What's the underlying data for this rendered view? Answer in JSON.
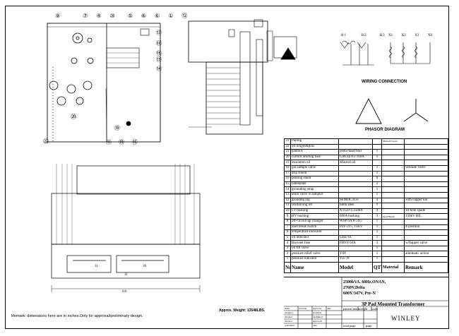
{
  "labels": {
    "wiring_connection": "WIRING CONNECTION",
    "phasor_diagram": "PHASOR DIAGRAM",
    "remark": "Remark: dimensions here are in inches.Only for approval/preliminary design.",
    "approx_weight": "Approx. Weight: 13548LBS.",
    "dim_110": "110",
    "bottom_dims": [
      "31",
      "30",
      "11"
    ]
  },
  "wiring": {
    "hv_terminals": [
      "H1",
      "H2",
      "H3"
    ],
    "lv_terminals": [
      "X1",
      "X2",
      "X3",
      "X0"
    ]
  },
  "callouts": {
    "top_row": [
      "⑨",
      "⑦",
      "④",
      "⑩",
      "⑤",
      "⑥",
      "⑥",
      "①",
      "⑫",
      "⑬"
    ],
    "right_col": [
      "⑰",
      "⑮",
      "⑰",
      "⑭"
    ],
    "left": "⑳",
    "mid_left": "⑱",
    "bottom_row": [
      "⑪",
      "⑲",
      "⑯"
    ],
    "bottom_left": "㉒"
  },
  "bom": {
    "rows": [
      {
        "no": "23",
        "name": "Paiting",
        "model": "",
        "qty": "",
        "material": "Munsell Green",
        "remark": ""
      },
      {
        "no": "22",
        "name": "SS hinges&pins",
        "model": "",
        "qty": "",
        "material": "",
        "remark": ""
      },
      {
        "no": "21",
        "name": "padlock",
        "model": "penta-head bolt",
        "qty": "1",
        "material": "",
        "remark": ""
      },
      {
        "no": "20",
        "name": "current limiting fuse",
        "model": "GM-ZENT-160A",
        "qty": "3",
        "material": "",
        "remark": ""
      },
      {
        "no": "19",
        "name": "insulation oil",
        "model": "Mineral oil",
        "qty": "",
        "material": "",
        "remark": ""
      },
      {
        "no": "18",
        "name": "gas sample valve",
        "model": "",
        "qty": "1",
        "material": "",
        "remark": "Schrade Valve"
      },
      {
        "no": "17",
        "name": "drip shield",
        "model": "",
        "qty": "1",
        "material": "",
        "remark": ""
      },
      {
        "no": "16",
        "name": "parking stand",
        "model": "",
        "qty": "6",
        "material": "",
        "remark": ""
      },
      {
        "no": "15",
        "name": "nameplate",
        "model": "",
        "qty": "2",
        "material": "",
        "remark": ""
      },
      {
        "no": "14",
        "name": "grounding strap",
        "model": "",
        "qty": "1",
        "material": "",
        "remark": ""
      },
      {
        "no": "13",
        "name": "drain valve w/sampler",
        "model": "",
        "qty": "1",
        "material": "",
        "remark": ""
      },
      {
        "no": "12",
        "name": "grouding lug",
        "model": "SEMDL 2G6",
        "qty": "4",
        "material": "",
        "remark": "with copper bar"
      },
      {
        "no": "11",
        "name": "reinforcing rib",
        "model": "6mm steel",
        "qty": "1",
        "material": "",
        "remark": ""
      },
      {
        "no": "10",
        "name": "LV bushing",
        "model": "XTCD-1/2500A",
        "qty": "4",
        "material": "",
        "remark": "10-hole spade"
      },
      {
        "no": "9",
        "name": "HV bushing",
        "model": "600A bushing",
        "qty": "3",
        "material": "Dead Break",
        "remark": "150kV BIL"
      },
      {
        "no": "8",
        "name": "off-circuit tap changer",
        "model": "WSP 6A/8-5X5",
        "qty": "1",
        "material": "",
        "remark": ""
      },
      {
        "no": "7",
        "name": "load break switch",
        "model": "PZF-215, 15KV",
        "qty": "1",
        "material": "",
        "remark": "4-position"
      },
      {
        "no": "6",
        "name": "temperature indicator",
        "model": "",
        "qty": "1",
        "material": "",
        "remark": ""
      },
      {
        "no": "5",
        "name": "oil indicator",
        "model": "UHZ-01",
        "qty": "1",
        "material": "",
        "remark": ""
      },
      {
        "no": "4",
        "name": "Bayonet fuse",
        "model": "FBNT-50A",
        "qty": "3",
        "material": "",
        "remark": "w/flapper valve"
      },
      {
        "no": "3",
        "name": "oil fill valve",
        "model": "",
        "qty": "1",
        "material": "",
        "remark": ""
      },
      {
        "no": "2",
        "name": "pressure relief valve",
        "model": "YSF",
        "qty": "1",
        "material": "",
        "remark": "automatic action"
      },
      {
        "no": "1",
        "name": "pressure indicator",
        "model": "YZ-70",
        "qty": "1",
        "material": "",
        "remark": ""
      }
    ],
    "headers": {
      "no": "No.",
      "name": "Name",
      "model": "Model",
      "qty": "QTY",
      "material": "Material",
      "remark": "Remark"
    }
  },
  "title_block": {
    "spec_lines": [
      "2500kVA, 60Hz,ONAN,",
      "2760V,Delta",
      "600Y/347V, Pre-N"
    ],
    "title": "3P Pad Mounted Transformer",
    "company": "WINLEY",
    "left_rows": [
      [
        "mark",
        "revision",
        "approver",
        "date"
      ],
      [
        "designer",
        "",
        "standard",
        ""
      ],
      [
        "checker",
        "",
        "examined",
        ""
      ],
      [
        "checker",
        "",
        "approved",
        ""
      ],
      [
        "craftsman",
        "",
        "date",
        ""
      ]
    ],
    "pattern_mark": "pattern mark",
    "weight": "weight",
    "scale": "scale",
    "total_page": "total page",
    "page": "page"
  }
}
